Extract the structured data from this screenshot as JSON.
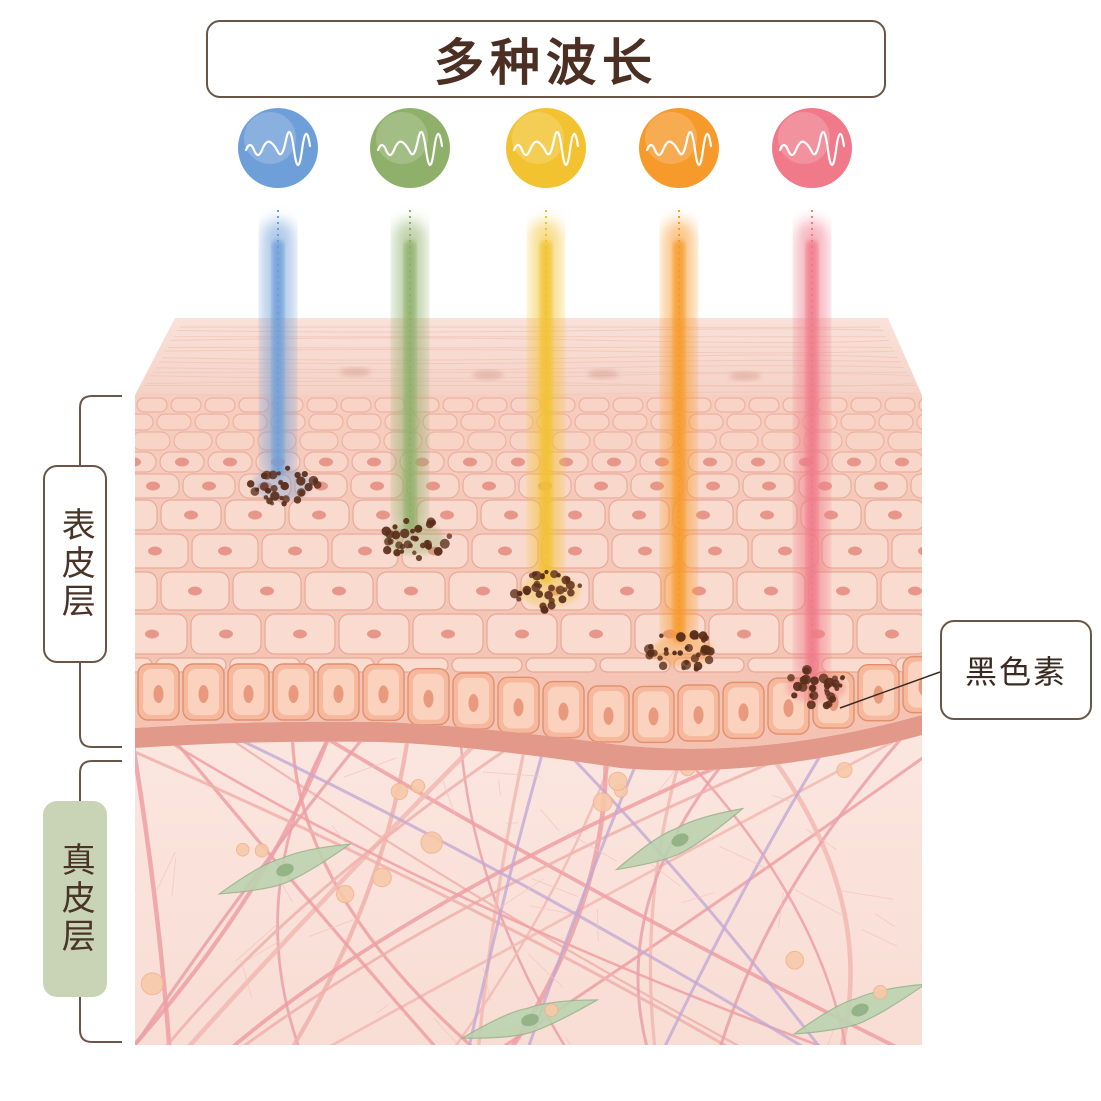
{
  "title": "多种波长",
  "layers": {
    "epidermis": "表皮层",
    "dermis": "真皮层"
  },
  "callout": "黑色素",
  "wavelengths": [
    {
      "name": "blue-light",
      "color": "#6f9fd8",
      "depth": 0.14
    },
    {
      "name": "green-light",
      "color": "#8fb06a",
      "depth": 0.35
    },
    {
      "name": "yellow-light",
      "color": "#f2c230",
      "depth": 0.55
    },
    {
      "name": "orange-light",
      "color": "#f79a2c",
      "depth": 0.78
    },
    {
      "name": "red-light",
      "color": "#f07a8a",
      "depth": 0.92
    }
  ],
  "colors": {
    "skin_top": "#f7d9cf",
    "skin_epidermis": "#f3c3b3",
    "basal_cells": "#f6b79a",
    "dermis": "#f9e1da",
    "melanin": "#5a2e1a",
    "label_border": "#6b5549",
    "dermis_label_bg": "#c9d4b6"
  }
}
